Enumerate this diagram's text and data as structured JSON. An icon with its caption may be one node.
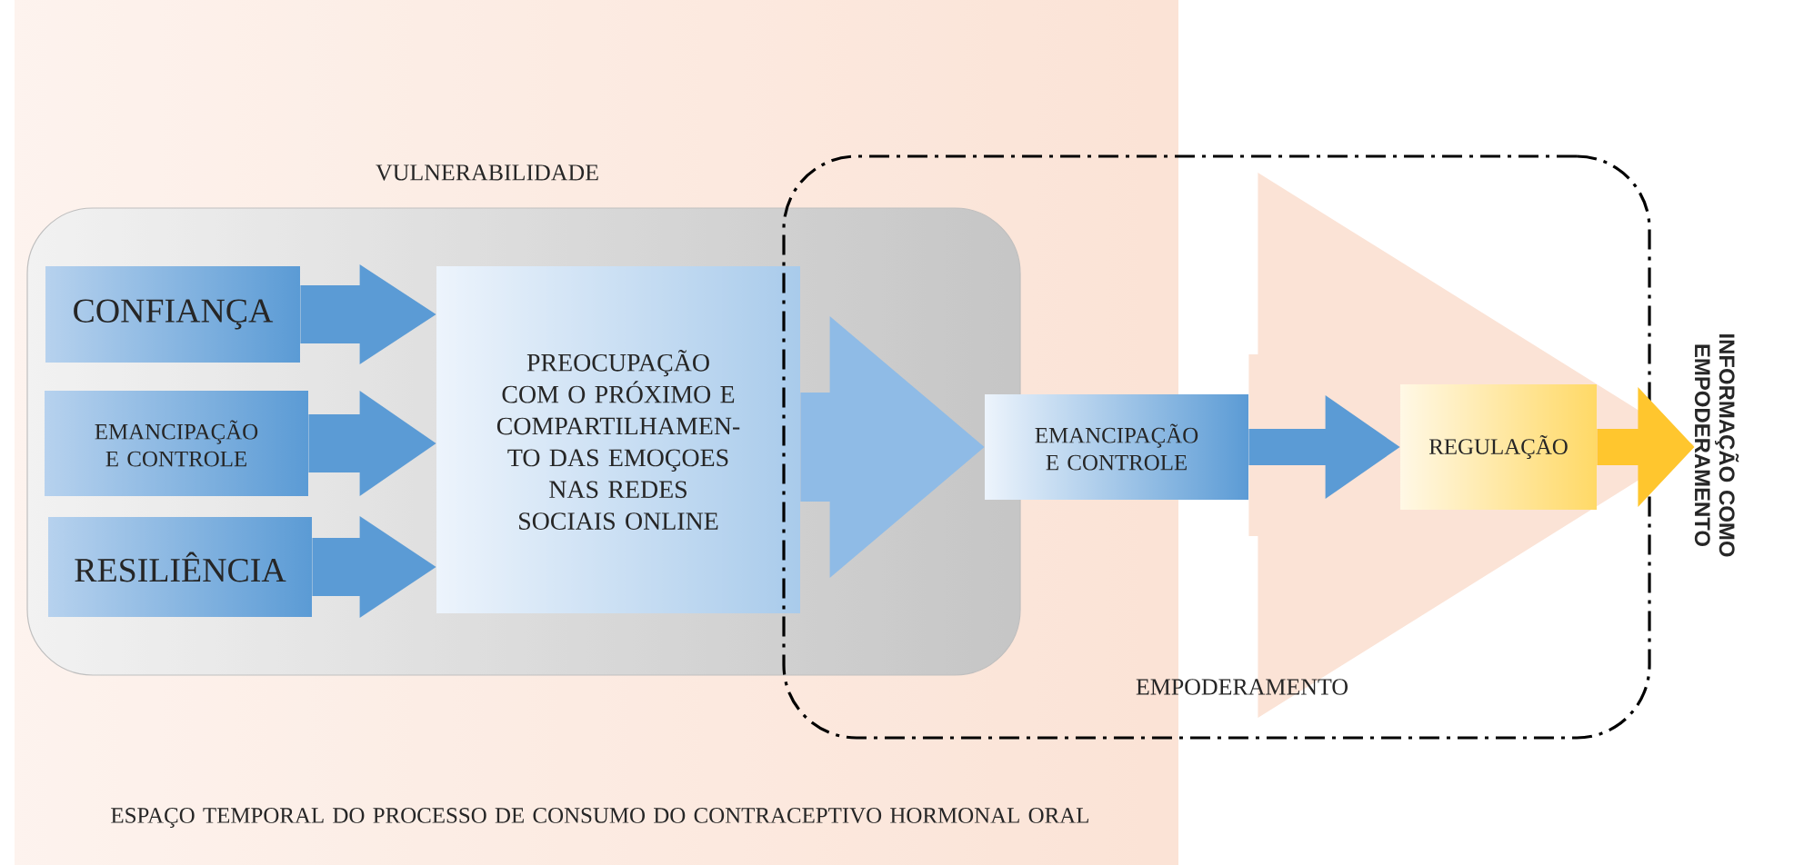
{
  "diagram": {
    "nodes": [
      {
        "text": [
          "ESPAÇO TEMPORAL DO PROCESSO DE CONSUMO DO CONTRACEPTIVO HORMONAL ORAL"
        ]
      },
      {
        "text": [
          "VULNERABILIDADE"
        ]
      },
      {
        "text": [
          "EMPODERAMENTO"
        ]
      },
      {
        "text": [
          "CONFIANÇA"
        ],
        "in": 1
      },
      {
        "text": [
          "EMANCIPAÇÃO E CONTROLE"
        ],
        "in": 1
      },
      {
        "text": [
          "RESILIÊNCIA"
        ],
        "in": 1
      },
      {
        "text": [
          "PREOCUPAÇÃO COM O PRÓXIMO E COMPARTILHAMEN- TO DAS EMOÇOES NAS REDES SOCIAIS ONLINE"
        ],
        "in": 1
      },
      {
        "text": [
          "EMANCIPAÇÃO E CONTROLE"
        ],
        "in": 2
      },
      {
        "text": [
          "REGULAÇÃO"
        ],
        "in": 2
      },
      {
        "text": [
          "INFORMAÇÃO COMO EMPODERAMENTO"
        ]
      }
    ],
    "edges": [
      {
        "from": 3,
        "to": 6,
        "arrow": "to"
      },
      {
        "from": 4,
        "to": 6,
        "arrow": "to"
      },
      {
        "from": 5,
        "to": 6,
        "arrow": "to"
      },
      {
        "from": 6,
        "to": 7,
        "arrow": "to",
        "style": "thick",
        "color": "#8fbbe6"
      },
      {
        "from": 7,
        "to": 8,
        "arrow": "to"
      },
      {
        "from": 8,
        "to": 9,
        "arrow": "to",
        "color": "#ffc62e"
      },
      {
        "from": 7,
        "to": 9,
        "arrow": "to",
        "style": "thick",
        "color": "#fbe3d6"
      }
    ]
  }
}
